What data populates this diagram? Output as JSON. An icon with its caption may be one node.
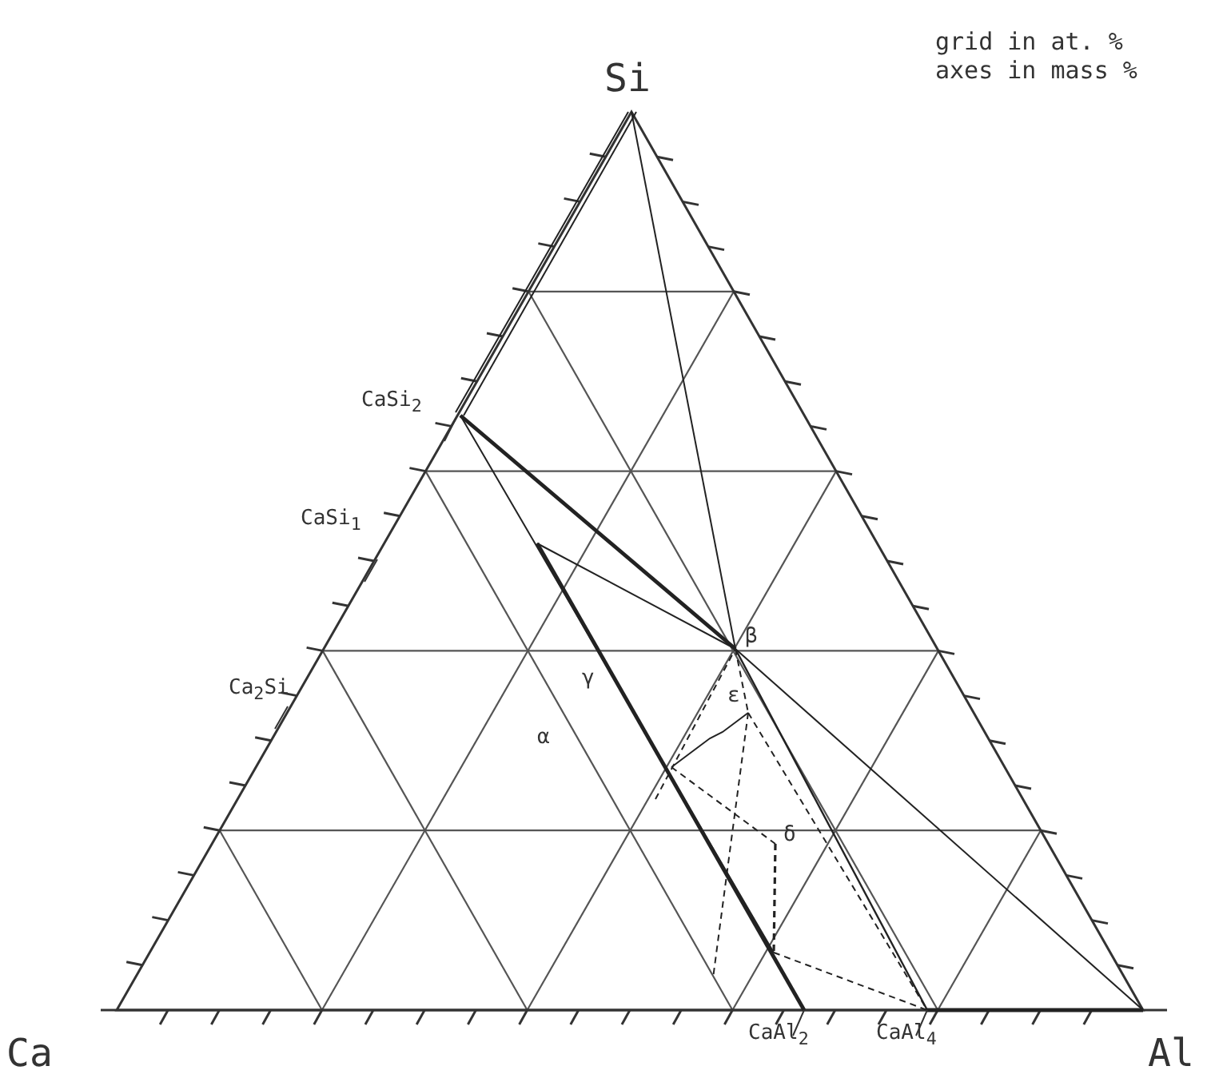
{
  "diagram": {
    "labels": [
      "grid in at. %",
      "axes in mass %",
      "Si",
      "CaSi$_{2}$",
      "CaSi$_{1}$",
      "Ca$_{2}$Si",
      "β",
      "ε",
      "γ",
      "α",
      "δ",
      "Ca",
      "CaAl$_{2}$",
      "CaAl$_{4}$",
      "Al"
    ]
  }
}
